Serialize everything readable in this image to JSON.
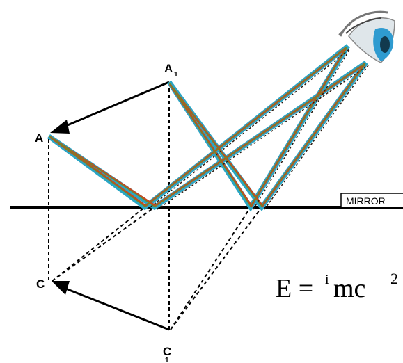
{
  "labels": {
    "A": "A",
    "A1_main": "A",
    "A1_sub": "1",
    "C": "C",
    "C1_main": "C",
    "C1_sub": "1"
  },
  "mirror_label": "MIRROR",
  "equation": {
    "lhs": "E =",
    "exponent_i": "i",
    "rhs": "mc",
    "power": "2"
  },
  "colors": {
    "ray_outer": "#2aa6c4",
    "ray_inner": "#c8461e",
    "ray_core": "#6c8c2a",
    "line": "#000000",
    "eye_iris": "#2f9bd0"
  },
  "icons": [
    "eye-icon"
  ]
}
